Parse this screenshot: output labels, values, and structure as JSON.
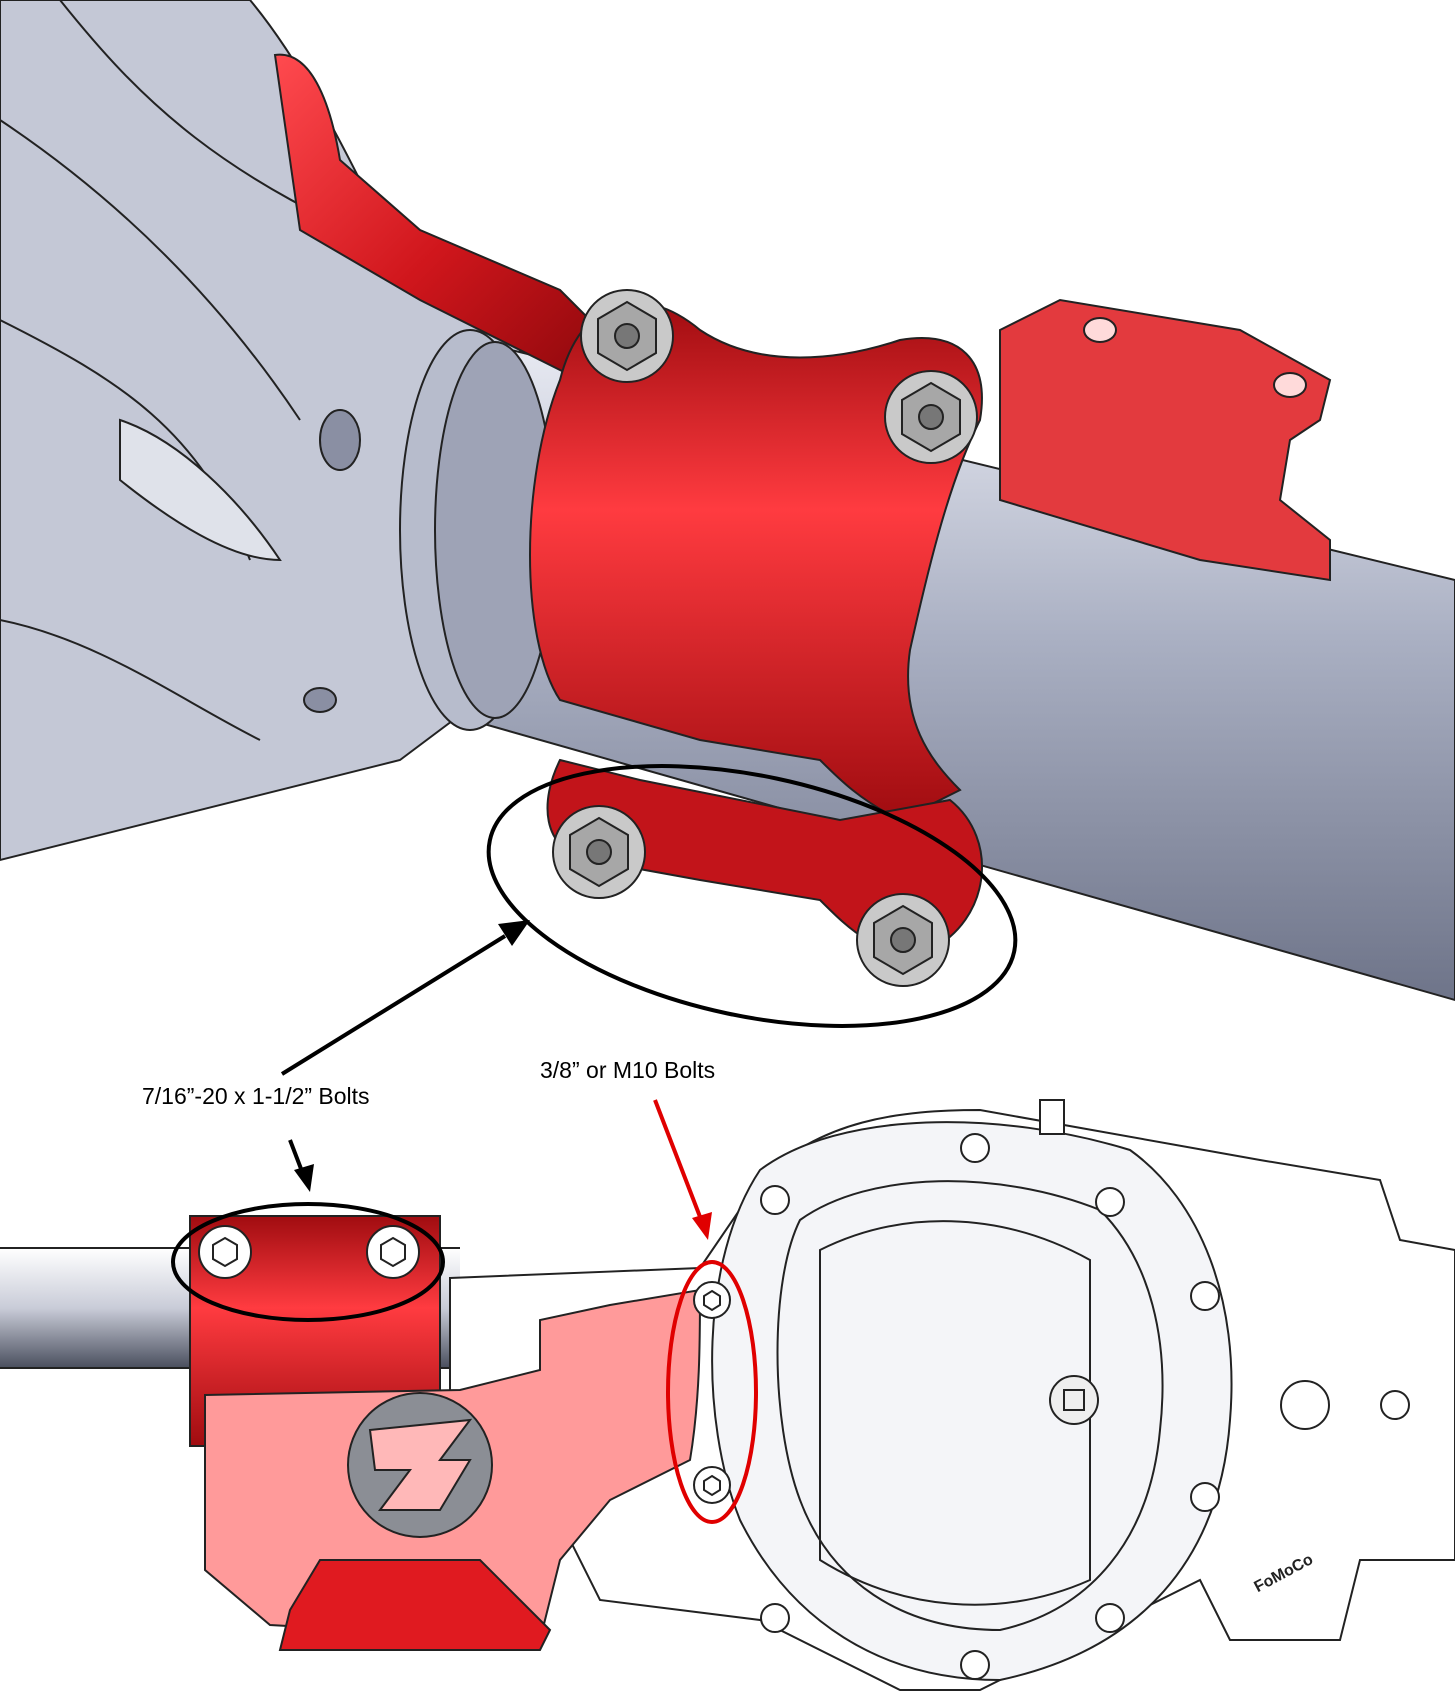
{
  "callouts": {
    "bolts_7_16": "7/16”-20 x 1-1/2” Bolts",
    "bolts_3_8": "3/8” or M10 Bolts"
  },
  "stamp_text": "FoMoCo",
  "colors": {
    "bracket_red": "#e0161c",
    "bracket_dark": "#9c0a0e",
    "bracket_light": "#ff9a9a",
    "axle_gray": "#9aa0b4",
    "callout_black": "#000000",
    "callout_red": "#e00000"
  }
}
